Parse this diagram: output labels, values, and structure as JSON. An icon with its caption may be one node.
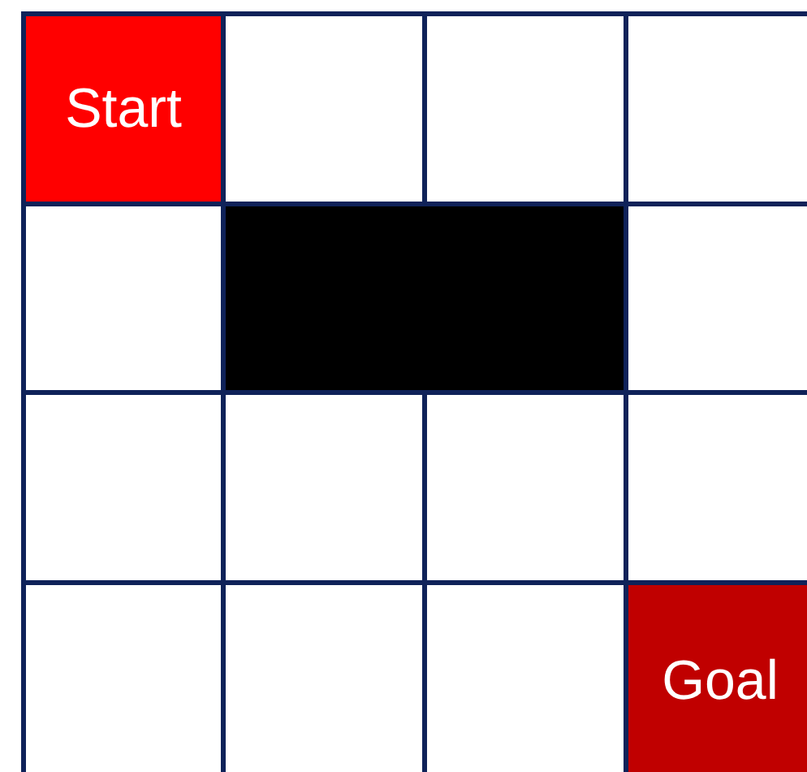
{
  "diagram": {
    "nodes": [
      {
        "text": [
          "Start"
        ]
      },
      {
        "text": [],
        "shape": "box"
      },
      {
        "text": [
          "Goal"
        ]
      }
    ]
  }
}
